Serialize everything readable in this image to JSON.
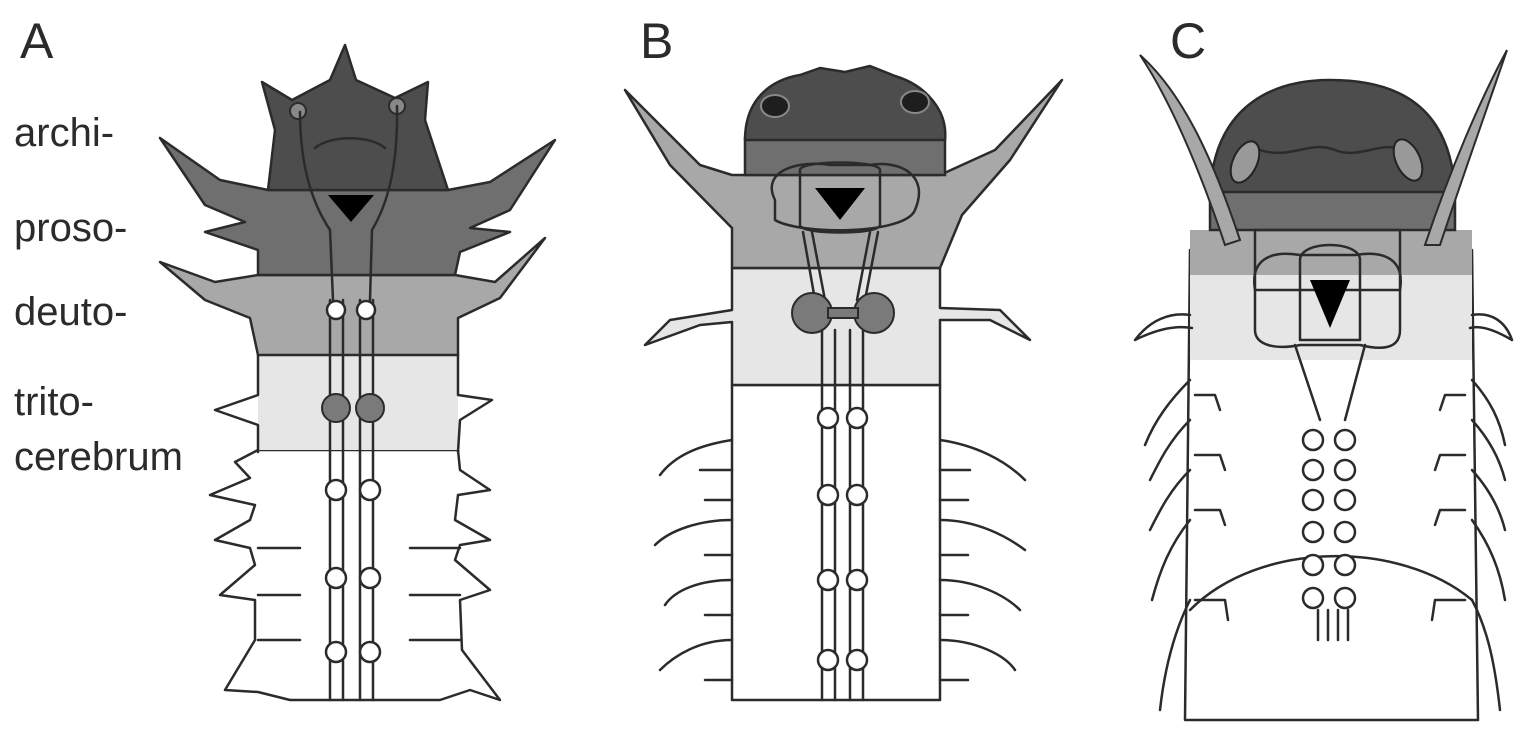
{
  "panels": [
    {
      "letter": "A"
    },
    {
      "letter": "B"
    },
    {
      "letter": "C"
    }
  ],
  "region_labels": {
    "archi": "archi-",
    "proso": "proso-",
    "deuto": "deuto-",
    "trito": "trito-",
    "cerebrum": "cerebrum"
  },
  "colors": {
    "archi": "#4d4d4d",
    "proso": "#6f6f6f",
    "deuto": "#a8a8a8",
    "trito": "#e6e6e6",
    "ganglion": "#7a7a7a",
    "outline": "#2b2b2b",
    "mouth": "#000000"
  }
}
